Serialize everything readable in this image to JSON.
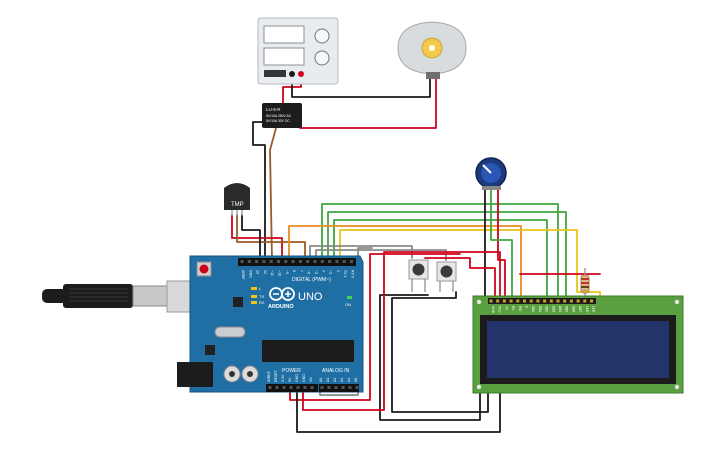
{
  "arduino": {
    "brand": "ARDUINO",
    "model": "UNO",
    "header_digital": "DIGITAL (PWM~)",
    "header_power": "POWER",
    "header_analog": "ANALOG IN",
    "led_tx": "TX",
    "led_rx": "RX",
    "led_l": "L",
    "led_on": "ON",
    "pins_top": [
      "AREF",
      "GND",
      "13",
      "12",
      "~11",
      "~10",
      "~9",
      "8",
      "7",
      "~6",
      "~5",
      "4",
      "~3",
      "2",
      "TX 1",
      "RX 0"
    ],
    "pins_power": [
      "IOREF",
      "RESET",
      "3.3V",
      "5V",
      "GND",
      "GND",
      "Vin"
    ],
    "pins_analog": [
      "A0",
      "A1",
      "A2",
      "A3",
      "A4",
      "A5"
    ]
  },
  "relay": {
    "line1": "LU-5-R",
    "line2": "5V/10A 250V AC",
    "line3": "5V/10A 30V DC"
  },
  "sensor": {
    "label": "TMP"
  },
  "lcd": {
    "pins": [
      "GND",
      "VCC",
      "V0",
      "RS",
      "RW",
      "E",
      "DB0",
      "DB1",
      "DB2",
      "DB3",
      "DB4",
      "DB5",
      "DB6",
      "DB7",
      "LED+",
      "LED-"
    ]
  },
  "colors": {
    "board": "#1f6fa5",
    "wire_red": "#d0021b",
    "wire_black": "#1a1a1a",
    "wire_green": "#3ea63e",
    "wire_orange": "#e98a1f",
    "wire_yellow": "#e8c417",
    "wire_brown": "#9b5a2a",
    "wire_grey": "#8a8a8a",
    "lcd_pcb": "#5aa040",
    "lcd_screen": "#23346b"
  }
}
